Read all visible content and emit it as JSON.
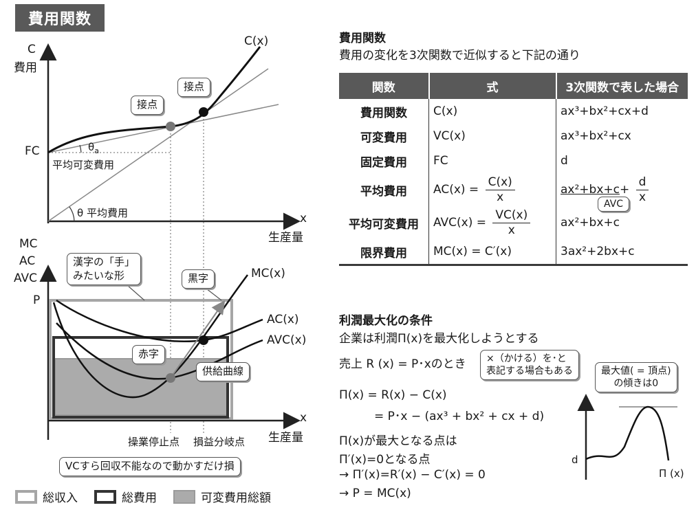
{
  "header": {
    "title": "費用関数"
  },
  "top_graph": {
    "y_axis_label_1": "C",
    "y_axis_label_2": "費用",
    "x_axis_label_1": "x",
    "x_axis_label_2": "生産量",
    "curve_label": "C(x)",
    "fc_label": "FC",
    "theta_a_label": "θ",
    "theta_a_sub": "a",
    "avc_label": "平均可変費用",
    "theta_label": "θ 平均費用",
    "tangent_callout_1": "接点",
    "tangent_callout_2": "接点"
  },
  "bottom_graph": {
    "y_axis_label_1": "MC",
    "y_axis_label_2": "AC",
    "y_axis_label_3": "AVC",
    "p_label": "P",
    "x_axis_label_1": "x",
    "x_axis_label_2": "生産量",
    "mc_label": "MC(x)",
    "ac_label": "AC(x)",
    "avc_label": "AVC(x)",
    "callout_shape_1": "漢字の「手」",
    "callout_shape_2": "みたいな形",
    "callout_black": "黒字",
    "callout_red": "赤字",
    "callout_supply": "供給曲線",
    "shutdown_label": "操業停止点",
    "breakeven_label": "損益分岐点",
    "callout_loss": "VCすら回収不能なので動かすだけ損"
  },
  "legend": {
    "total_revenue": "総収入",
    "total_cost": "総費用",
    "variable_cost_total": "可変費用総額"
  },
  "right": {
    "cost_title": "費用関数",
    "cost_desc": "費用の変化を3次関数で近似すると下記の通り",
    "table": {
      "headers": [
        "関数",
        "式",
        "3次関数で表した場合"
      ],
      "rows": [
        {
          "name": "費用関数",
          "formula": "C(x)",
          "cubic": "ax³+bx²+cx+d"
        },
        {
          "name": "可変費用",
          "formula": "VC(x)",
          "cubic": "ax³+bx²+cx"
        },
        {
          "name": "固定費用",
          "formula": "FC",
          "cubic": "d"
        },
        {
          "name": "平均費用",
          "formula_left": "AC(x) =",
          "formula_num": "C(x)",
          "formula_den": "x",
          "cubic_main": "ax²+bx+c",
          "cubic_plus": "+",
          "cubic_num": "d",
          "cubic_den": "x",
          "cubic_callout": "AVC"
        },
        {
          "name": "平均可変費用",
          "formula_left": "AVC(x) =",
          "formula_num": "VC(x)",
          "formula_den": "x",
          "cubic": "ax²+bx+c"
        },
        {
          "name": "限界費用",
          "formula": "MC(x) = C′(x)",
          "cubic": "3ax²+2bx+c"
        }
      ]
    },
    "profit_title": "利潤最大化の条件",
    "profit_line1": "企業は利潤Π(x)を最大化しようとする",
    "profit_line2": "売上 R (x) = P･xのとき",
    "times_callout_1": "×（かける）を･と",
    "times_callout_2": "表記する場合もある",
    "eq1": "Π(x) = R(x) − C(x)",
    "eq2": "= P･x − (ax³ + bx² + cx + d)",
    "cond1": "Π(x)が最大となる点は",
    "cond2": "Π′(x)=0となる点",
    "cond3": "→ Π′(x)=R′(x) − C′(x) = 0",
    "cond4": "→ P = MC(x)",
    "max_callout_1": "最大値( = 頂点)",
    "max_callout_2": "の傾きは0",
    "graph_d": "d",
    "graph_pi": "Π (x)"
  }
}
